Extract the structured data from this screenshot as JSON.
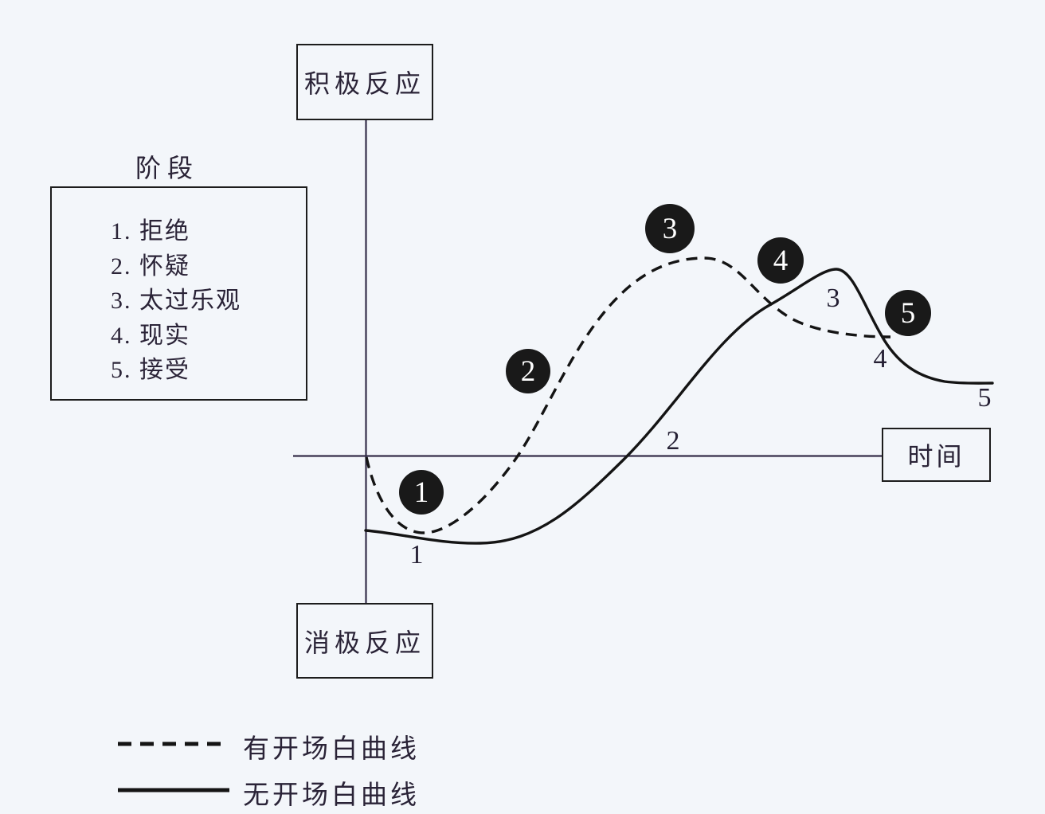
{
  "page": {
    "background": "#f3f6fa",
    "ink": "#2a2337",
    "line_color": "#1a1a1a",
    "marker_fill": "#191919",
    "marker_text": "#ffffff"
  },
  "axes": {
    "top_label": "积极反应",
    "bottom_label": "消极反应",
    "time_label": "时间"
  },
  "stages": {
    "title": "阶段",
    "items": [
      "1. 拒绝",
      "2. 怀疑",
      "3. 太过乐观",
      "4. 现实",
      "5. 接受"
    ]
  },
  "markers": {
    "circled": [
      "1",
      "2",
      "3",
      "4",
      "5"
    ],
    "plain": [
      "1",
      "2",
      "3",
      "4",
      "5"
    ]
  },
  "legend": {
    "dashed_label": "有开场白曲线",
    "solid_label": "无开场白曲线"
  },
  "chart_data": {
    "type": "line",
    "title": "",
    "xlabel": "时间",
    "ylabel_top": "积极反应",
    "ylabel_bottom": "消极反应",
    "axis_note": "qualitative axes: x = time (normalized 0-1), y = reaction (-1 negative to +1 positive), origin at axis crossing",
    "grid": false,
    "legend_position": "bottom-left",
    "stages": [
      "拒绝",
      "怀疑",
      "太过乐观",
      "现实",
      "接受"
    ],
    "series": [
      {
        "name": "有开场白曲线",
        "style": "dashed",
        "marker_style": "black-circled-numbers",
        "points": [
          [
            0.0,
            0.0
          ],
          [
            0.09,
            -0.39
          ],
          [
            0.24,
            0.0
          ],
          [
            0.31,
            0.45
          ],
          [
            0.54,
            1.0
          ],
          [
            0.68,
            0.7
          ],
          [
            0.79,
            0.61
          ],
          [
            0.84,
            0.6
          ]
        ],
        "stage_marker_points": [
          [
            0.09,
            -0.18
          ],
          [
            0.26,
            0.43
          ],
          [
            0.49,
            1.15
          ],
          [
            0.66,
            0.99
          ],
          [
            0.87,
            0.72
          ]
        ]
      },
      {
        "name": "无开场白曲线",
        "style": "solid",
        "marker_style": "plain-numbers",
        "points": [
          [
            0.0,
            -0.37
          ],
          [
            0.18,
            -0.44
          ],
          [
            0.42,
            0.0
          ],
          [
            0.65,
            0.77
          ],
          [
            0.75,
            0.94
          ],
          [
            0.82,
            0.61
          ],
          [
            0.92,
            0.37
          ],
          [
            1.0,
            0.37
          ]
        ],
        "stage_marker_points": [
          [
            0.08,
            -0.5
          ],
          [
            0.49,
            0.08
          ],
          [
            0.74,
            0.8
          ],
          [
            0.82,
            0.49
          ],
          [
            0.99,
            0.29
          ]
        ]
      }
    ]
  }
}
